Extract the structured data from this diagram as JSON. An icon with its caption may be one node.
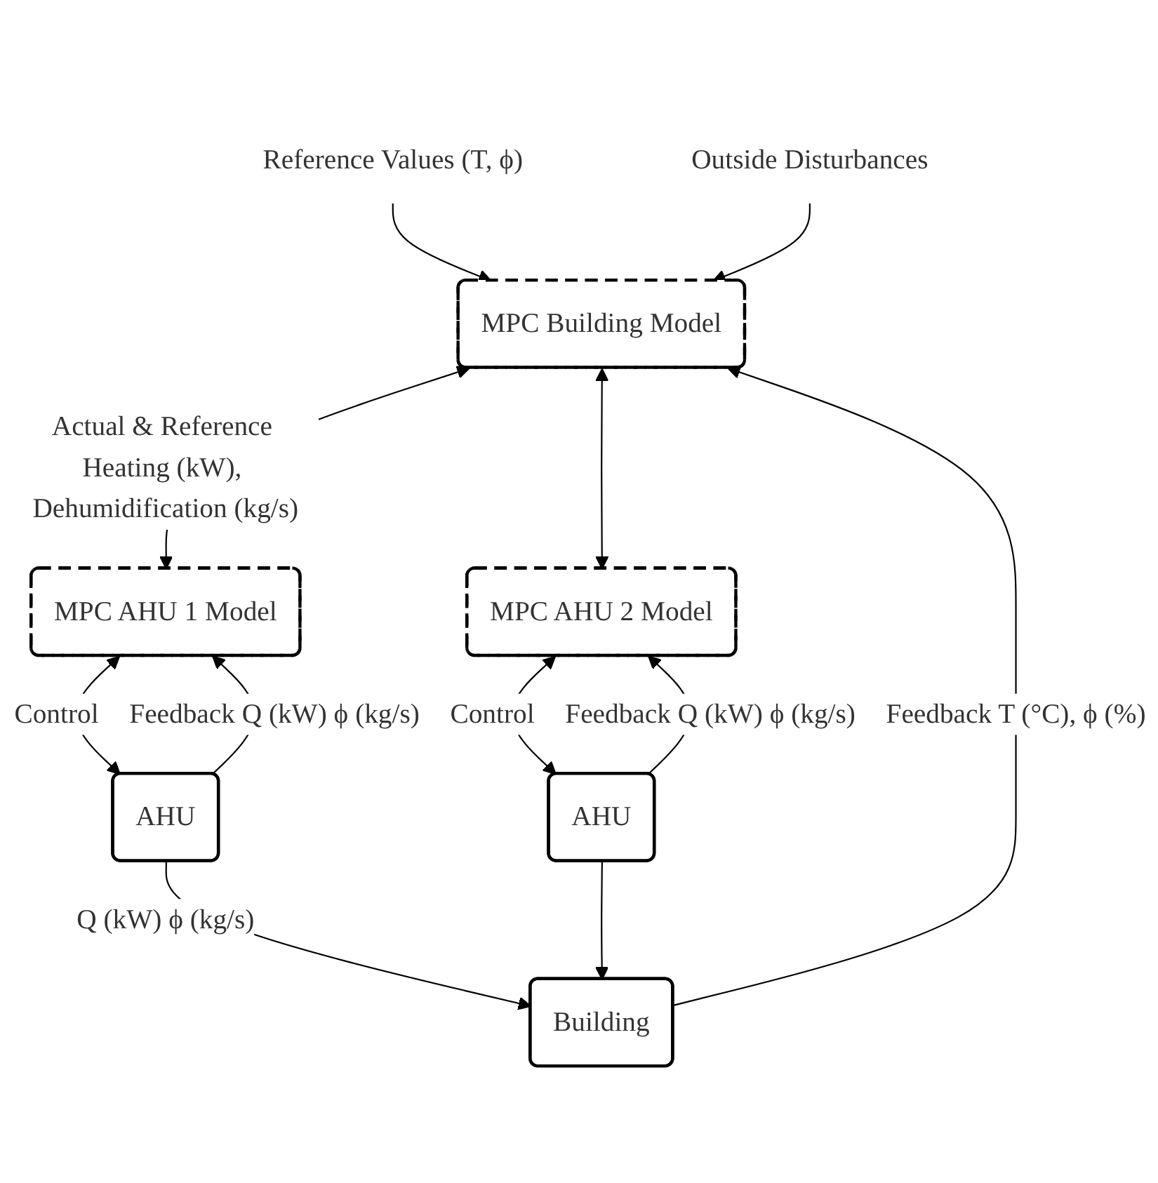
{
  "diagram": {
    "nodes": [
      {
        "text": [
          "Reference Values (T, ϕ)"
        ]
      },
      {
        "text": [
          "Outside Disturbances"
        ]
      },
      {
        "text": [
          "MPC Building Model"
        ]
      },
      {
        "text": [
          "MPC AHU 1 Model"
        ]
      },
      {
        "text": [
          "MPC AHU 2 Model"
        ]
      },
      {
        "text": [
          "AHU"
        ]
      },
      {
        "text": [
          "AHU"
        ]
      },
      {
        "text": [
          "Building"
        ]
      }
    ],
    "edges": [
      {
        "from": 0,
        "to": 2,
        "arrow": "to"
      },
      {
        "from": 1,
        "to": 2,
        "arrow": "to"
      },
      {
        "from": 2,
        "to": 3,
        "arrow": "both",
        "label": "Actual & Reference Heating (kW), Dehumidification (kg/s)"
      },
      {
        "from": 2,
        "to": 4,
        "arrow": "both"
      },
      {
        "from": 3,
        "to": 5,
        "arrow": "both",
        "label": "Control"
      },
      {
        "from": 5,
        "to": 3,
        "arrow": "to",
        "label": "Feedback Q (kW) ϕ (kg/s)"
      },
      {
        "from": 4,
        "to": 6,
        "arrow": "both",
        "label": "Control"
      },
      {
        "from": 6,
        "to": 4,
        "arrow": "to",
        "label": "Feedback Q (kW) ϕ (kg/s)"
      },
      {
        "from": 5,
        "to": 7,
        "arrow": "to",
        "label": "Q (kW) ϕ (kg/s)"
      },
      {
        "from": 6,
        "to": 7,
        "arrow": "to"
      },
      {
        "from": 7,
        "to": 2,
        "arrow": "to",
        "label": "Feedback T (°C), ϕ (%)"
      }
    ]
  }
}
